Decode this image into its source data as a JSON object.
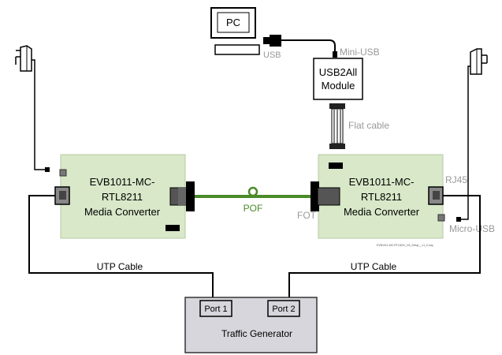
{
  "pc": {
    "label": "PC"
  },
  "usb": {
    "usb_label": "USB",
    "mini_usb_label": "Mini-USB"
  },
  "module": {
    "line1": "USB2All",
    "line2": "Module"
  },
  "cable": {
    "flat_label": "Flat cable"
  },
  "left_board": {
    "line1": "EVB1011-MC-",
    "line2": "RTL8211",
    "line3": "Media Converter"
  },
  "right_board": {
    "line1": "EVB1011-MC-",
    "line2": "RTL8211",
    "line3": "Media Converter"
  },
  "fiber": {
    "pof_label": "POF",
    "fot_label": "FOT"
  },
  "right_labels": {
    "rj45": "RJ45",
    "micro_usb": "Micro-USB"
  },
  "utp": {
    "left_label": "UTP Cable",
    "right_label": "UTP Cable"
  },
  "generator": {
    "title": "Traffic Generator",
    "port1": "Port 1",
    "port2": "Port 2"
  },
  "footnote": "EVB1011-MC-RTL8211_Kit_Setup__v1_0.svg",
  "colors": {
    "board": "#d8e8c8",
    "fiber": "#4a8a2a",
    "gray_label": "#999999",
    "generator": "#d6d6dc"
  }
}
